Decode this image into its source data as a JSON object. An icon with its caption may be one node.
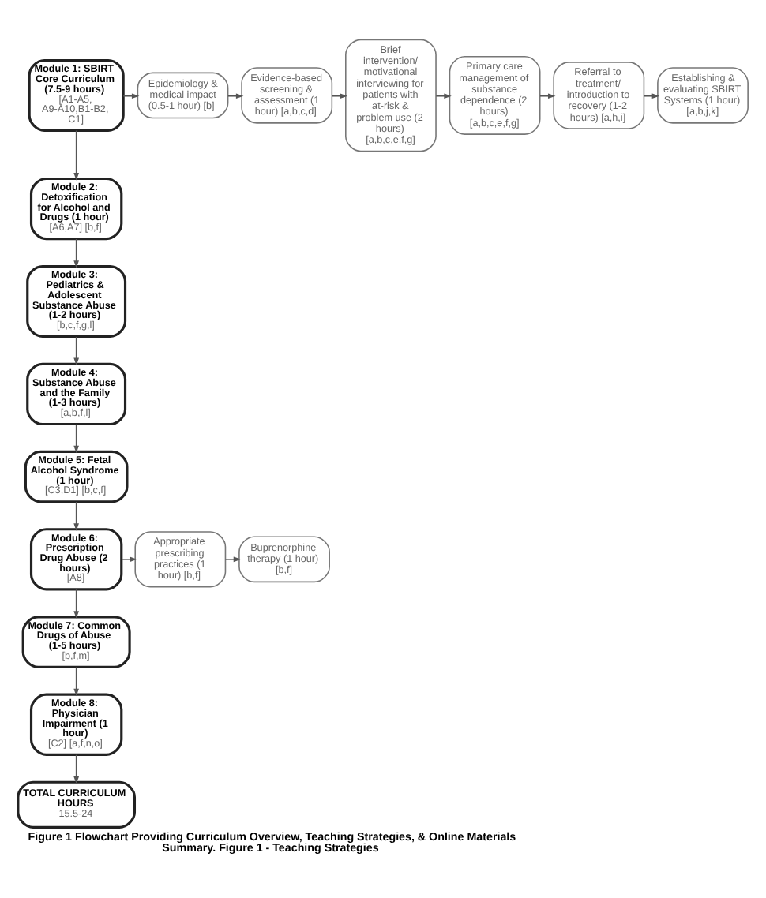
{
  "diagram": {
    "caption": "Figure 1 Flowchart Providing Curriculum Overview, Teaching Strategies, & Online Materials Summary. Figure 1 - Teaching Strategies",
    "nodes": [
      {
        "text": [
          "Module 1: SBIRT Core Curriculum (7.5-9 hours)",
          "[A1-A5, A9-A10,B1-B2, C1]"
        ]
      },
      {
        "text": [
          "Epidemiology & medical impact (0.5-1 hour) [b]"
        ]
      },
      {
        "text": [
          "Evidence-based screening & assessment (1 hour) [a,b,c,d]"
        ]
      },
      {
        "text": [
          "Brief intervention/ motivational interviewing for patients with at-risk & problem use (2 hours) [a,b,c,e,f,g]"
        ]
      },
      {
        "text": [
          "Primary care management of substance dependence (2 hours) [a,b,c,e,f,g]"
        ]
      },
      {
        "text": [
          "Referral to treatment/ introduction to recovery (1-2 hours) [a,h,i]"
        ]
      },
      {
        "text": [
          "Establishing & evaluating SBIRT Systems (1 hour) [a,b,j,k]"
        ]
      },
      {
        "text": [
          "Module 2: Detoxification for Alcohol and Drugs (1 hour)",
          "[A6,A7] [b,f]"
        ]
      },
      {
        "text": [
          "Module 3: Pediatrics & Adolescent Substance Abuse (1-2 hours)",
          "[b,c,f,g,l]"
        ]
      },
      {
        "text": [
          "Module 4: Substance Abuse and the Family (1-3 hours)",
          "[a,b,f,l]"
        ]
      },
      {
        "text": [
          "Module 5: Fetal Alcohol Syndrome (1 hour)",
          "[C3,D1] [b,c,f]"
        ]
      },
      {
        "text": [
          "Module 6: Prescription Drug Abuse (2 hours)",
          "[A8]"
        ]
      },
      {
        "text": [
          "Appropriate prescribing practices (1 hour) [b,f]"
        ]
      },
      {
        "text": [
          "Buprenorphine therapy (1 hour) [b,f]"
        ]
      },
      {
        "text": [
          "Module 7: Common Drugs of Abuse (1-5 hours)",
          "[b,f,m]"
        ]
      },
      {
        "text": [
          "Module 8: Physician Impairment (1 hour)",
          "[C2] [a,f,n,o]"
        ]
      },
      {
        "text": [
          "TOTAL CURRICULUM HOURS",
          "15.5-24"
        ]
      }
    ],
    "edges": [
      {
        "from": 0,
        "to": 1,
        "arrow": "to"
      },
      {
        "from": 1,
        "to": 2,
        "arrow": "to"
      },
      {
        "from": 2,
        "to": 3,
        "arrow": "to"
      },
      {
        "from": 3,
        "to": 4,
        "arrow": "to"
      },
      {
        "from": 4,
        "to": 5,
        "arrow": "to"
      },
      {
        "from": 5,
        "to": 6,
        "arrow": "to"
      },
      {
        "from": 0,
        "to": 7,
        "arrow": "to"
      },
      {
        "from": 7,
        "to": 8,
        "arrow": "to"
      },
      {
        "from": 8,
        "to": 9,
        "arrow": "to"
      },
      {
        "from": 9,
        "to": 10,
        "arrow": "to"
      },
      {
        "from": 10,
        "to": 11,
        "arrow": "to"
      },
      {
        "from": 11,
        "to": 12,
        "arrow": "to"
      },
      {
        "from": 12,
        "to": 13,
        "arrow": "to"
      },
      {
        "from": 11,
        "to": 14,
        "arrow": "to"
      },
      {
        "from": 14,
        "to": 15,
        "arrow": "to"
      },
      {
        "from": 15,
        "to": 16,
        "arrow": "to"
      }
    ]
  }
}
